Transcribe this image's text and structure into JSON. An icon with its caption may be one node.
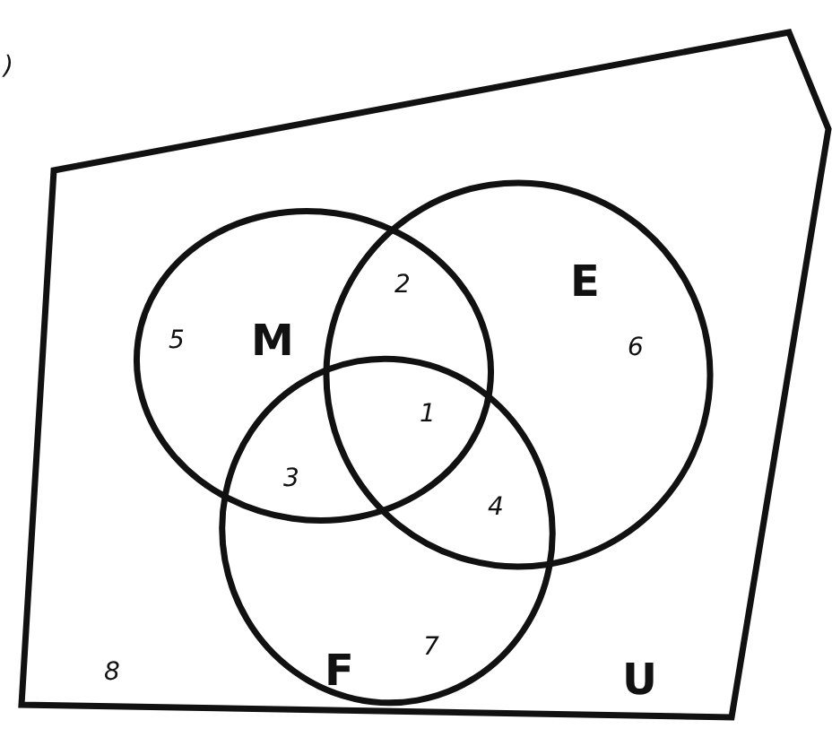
{
  "diagram": {
    "nodes": [
      {
        "text": [
          "U"
        ]
      },
      {
        "text": [
          "M"
        ],
        "in": 0
      },
      {
        "text": [
          "E"
        ],
        "in": 0
      },
      {
        "text": [
          "F"
        ],
        "in": 0
      }
    ],
    "labels": [
      ")",
      "2",
      "5",
      "6",
      "1",
      "3",
      "4",
      "8",
      "7"
    ]
  }
}
